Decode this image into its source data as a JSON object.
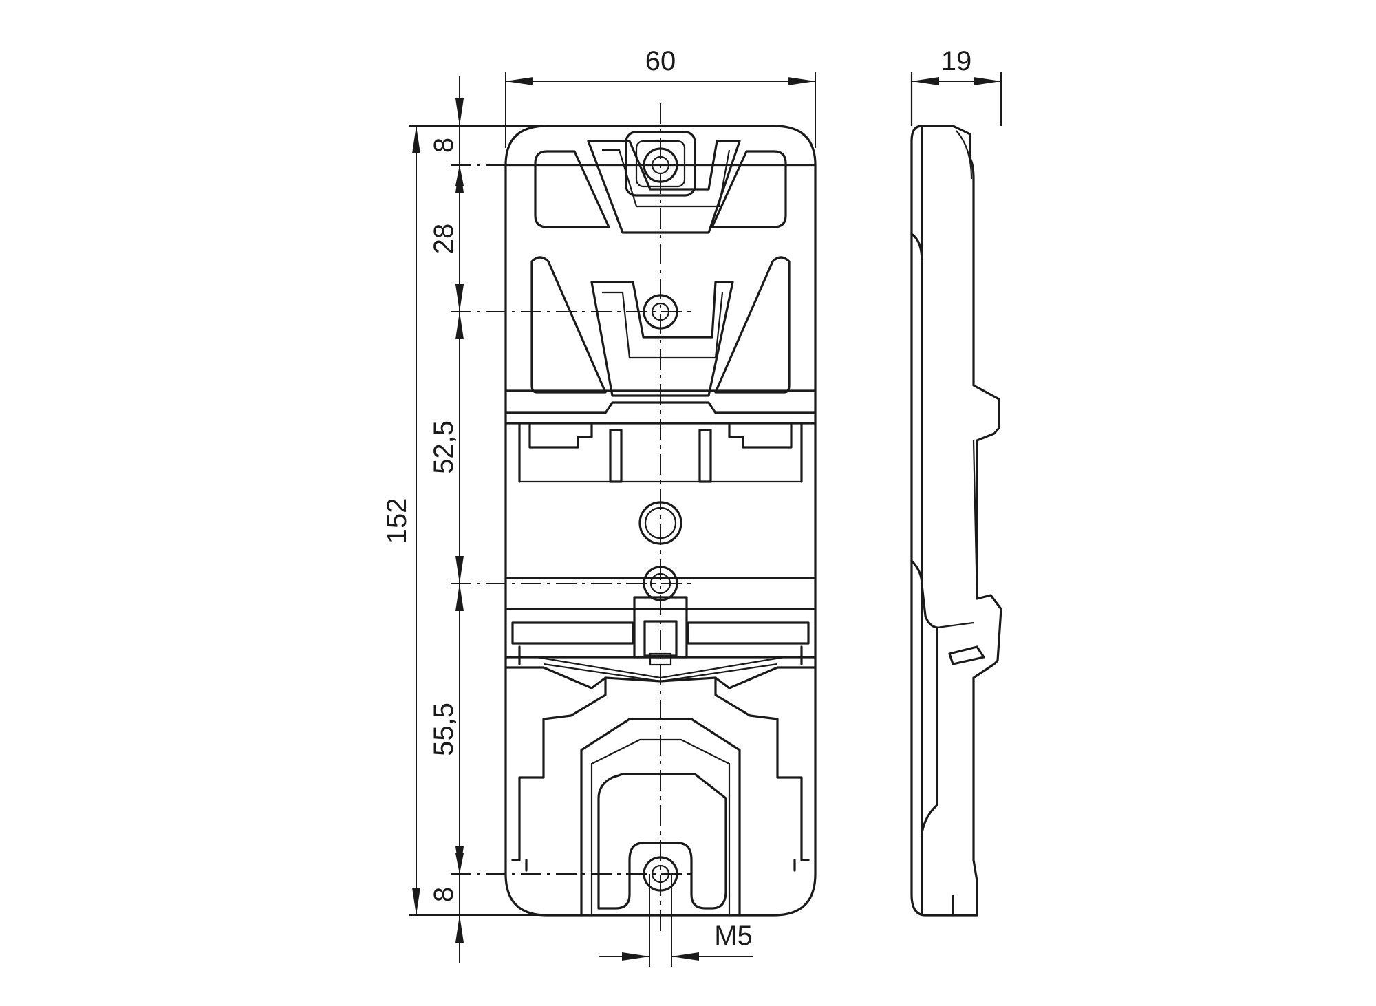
{
  "dimensions": {
    "width": "60",
    "depth": "19",
    "total_height": "152",
    "seg_top": "8",
    "seg_upper": "28",
    "seg_middle": "52,5",
    "seg_lower": "55,5",
    "seg_bottom": "8",
    "thread": "M5"
  },
  "colors": {
    "line": "#1a1a1a",
    "background": "#ffffff"
  }
}
